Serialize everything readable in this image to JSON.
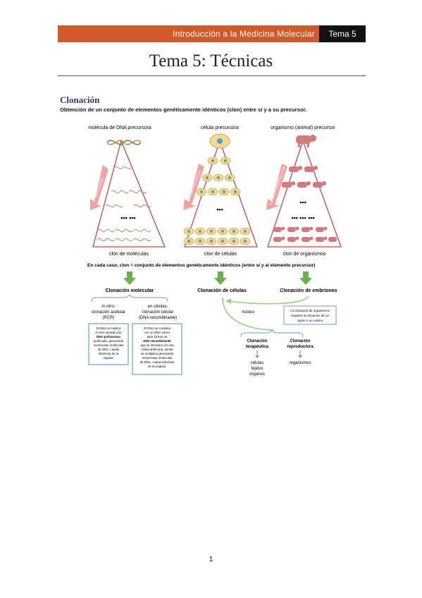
{
  "header": {
    "course": "Introducción a la Medicina Molecular",
    "topic": "Tema 5"
  },
  "page": {
    "title": "Tema 5: Técnicas",
    "number": "1"
  },
  "section": {
    "heading": "Clonación",
    "description": "Obtención de un conjunto de elementos genéticamente idénticos (clon) entre sí y a su precursor."
  },
  "figure": {
    "top_labels": [
      "molécula de DNA precursora",
      "célula precursora",
      "organismo (animal) precursor"
    ],
    "arrow_labels": [
      "REPLICACIÓN",
      "DIVISIÓN POR MITOSIS",
      "CLONACIÓN REPRODUCTIVA"
    ],
    "bottom_labels": [
      "clon de moléculas",
      "clon de células",
      "clon de organismos"
    ],
    "caption": "En cada caso, clon = conjunto de elementos genéticamente idénticos (entre sí y al elemento precursor)",
    "molecular": {
      "title": "Clonación molecular",
      "left_head": [
        "in vitro:",
        "clonación acelular",
        "(PCR)"
      ],
      "right_head": [
        "en células:",
        "clonación celular",
        "(DNA recombinante)"
      ],
      "left_box": [
        "El DNA se replica",
        "in vitro usando una",
        "DNA polimerasa",
        "purificada, generando",
        "numerosas moléculas",
        "de DNA, copias",
        "idénticas de la",
        "original."
      ],
      "right_box": [
        "El DNA se combina",
        "con un DNA vector",
        "para formar un",
        "DNA recombinante",
        "que se introduce en una",
        "célula anfitriona, donde",
        "se multiplica generando",
        "numerosas moléculas",
        "de DNA, copias idénticas",
        "de la original."
      ]
    },
    "cells": {
      "title": "Clonación de células",
      "nucleus": "núcleo",
      "note": [
        "La clonación de organismos",
        "requiere la clonación de un",
        "cigoto o un núcleo"
      ]
    },
    "embryos": {
      "title": "Clonación de embriones"
    },
    "therapeutic": {
      "title": [
        "Clonación",
        "terapéutica"
      ],
      "items": [
        "células",
        "tejidos",
        "órganos"
      ]
    },
    "reproductive": {
      "title": [
        "Clonación",
        "reproductora"
      ],
      "item": "organismos"
    },
    "colors": {
      "triangle": "#c8454b",
      "arrow": "#f2a1a1",
      "green": "#6ab04c",
      "box": "#6a9fcf",
      "cell": "#f4d98a",
      "nucleus": "#49a7d8",
      "animal": "#d47a7a"
    }
  }
}
